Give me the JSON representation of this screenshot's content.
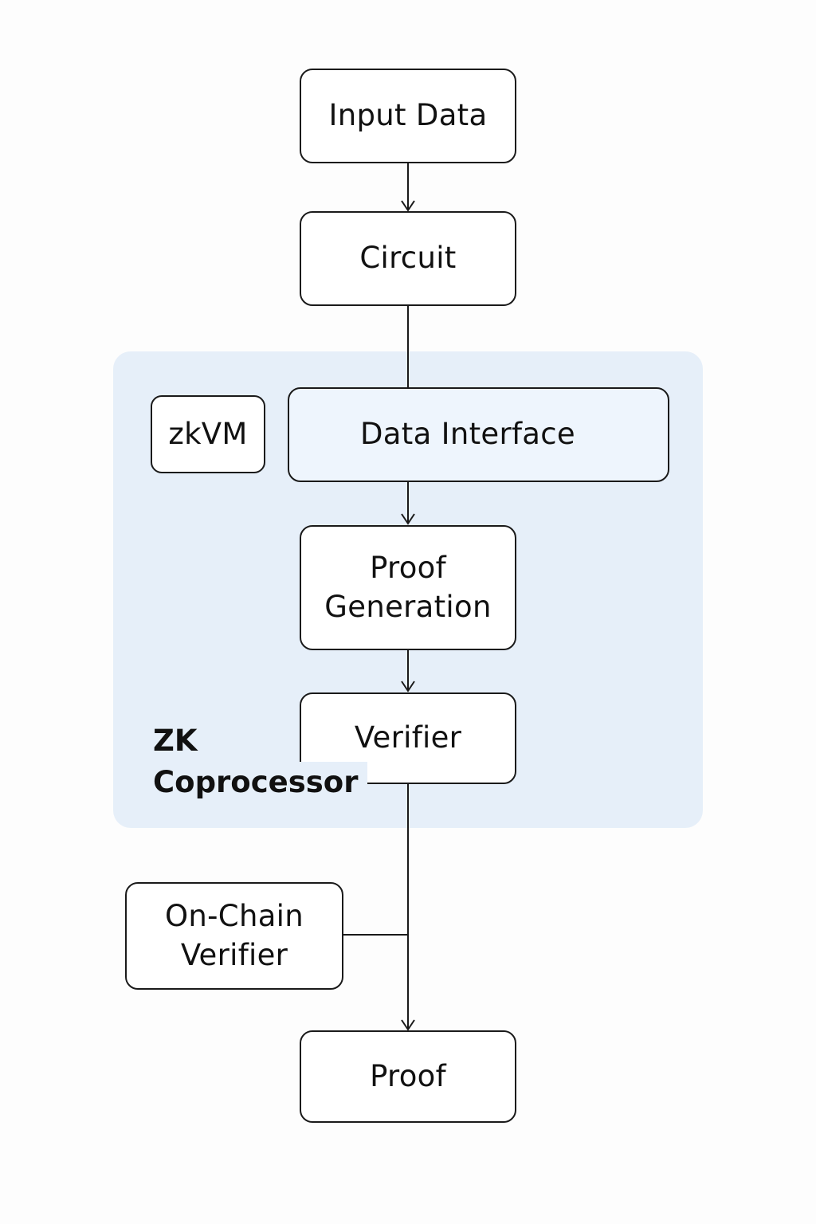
{
  "diagram": {
    "nodes": {
      "input_data": "Input Data",
      "circuit": "Circuit",
      "zkvm": "zkVM",
      "data_interface": "Data Interface",
      "proof_generation": [
        "Proof",
        "Generation"
      ],
      "verifier": "Verifier",
      "on_chain_verifier": [
        "On-Chain",
        "Verifier"
      ],
      "proof": "Proof"
    },
    "group": {
      "label_line1": "ZK",
      "label_line2": "Coprocessor",
      "fill_color": "#e6eff9"
    },
    "edges": [
      {
        "from": "Input Data",
        "to": "Circuit",
        "arrow": true
      },
      {
        "from": "Circuit",
        "to": "Data Interface",
        "arrow": false
      },
      {
        "from": "Data Interface",
        "to": "Proof Generation",
        "arrow": true
      },
      {
        "from": "Proof Generation",
        "to": "Verifier",
        "arrow": true
      },
      {
        "from": "Verifier",
        "to": "Proof",
        "arrow": true
      },
      {
        "from": "On-Chain Verifier",
        "to": "Verifier-Proof line",
        "arrow": false
      }
    ],
    "colors": {
      "stroke": "#1a1a1a",
      "node_fill": "#ffffff",
      "data_interface_fill": "#eef5fd"
    }
  }
}
